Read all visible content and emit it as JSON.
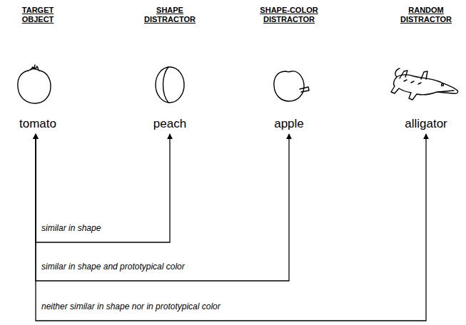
{
  "diagram": {
    "nodes": [
      {
        "text": [
          "TARGET OBJECT",
          "tomato"
        ]
      },
      {
        "text": [
          "SHAPE DISTRACTOR",
          "peach"
        ]
      },
      {
        "text": [
          "SHAPE-COLOR DISTRACTOR",
          "apple"
        ]
      },
      {
        "text": [
          "RANDOM DISTRACTOR",
          "alligator"
        ]
      }
    ],
    "edges": [
      {
        "from": 0,
        "to": 1,
        "arrow": "both",
        "label": "similar in shape"
      },
      {
        "from": 0,
        "to": 2,
        "arrow": "both",
        "label": "similar in shape and prototypical color"
      },
      {
        "from": 0,
        "to": 3,
        "arrow": "both",
        "label": "neither similar in shape nor in prototypical color"
      }
    ]
  }
}
